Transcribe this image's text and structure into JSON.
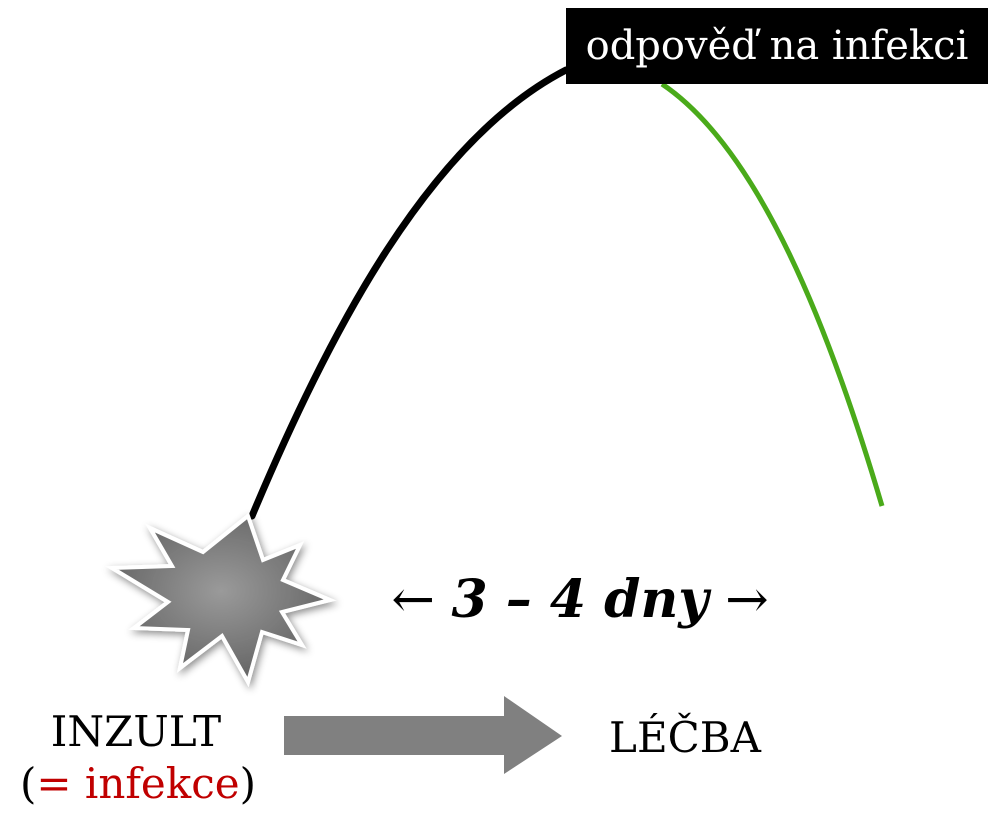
{
  "response": {
    "label": "odpověď na infekci"
  },
  "duration": {
    "arrow_left": "←",
    "text": "3 – 4 dny",
    "arrow_right": "→"
  },
  "insult": {
    "label": "INZULT",
    "paren_open": "(",
    "equals": "= ",
    "infection": "infekce",
    "paren_close": ")"
  },
  "treatment": {
    "label": "LÉČBA"
  },
  "colors": {
    "rising_curve": "#000000",
    "falling_curve": "#4aaa1a",
    "arrow": "#808080",
    "burst": "#7f7f7f",
    "infection_text": "#c00000"
  },
  "icons": {
    "burst": "explosion-burst-icon",
    "arrow": "right-arrow-icon"
  }
}
